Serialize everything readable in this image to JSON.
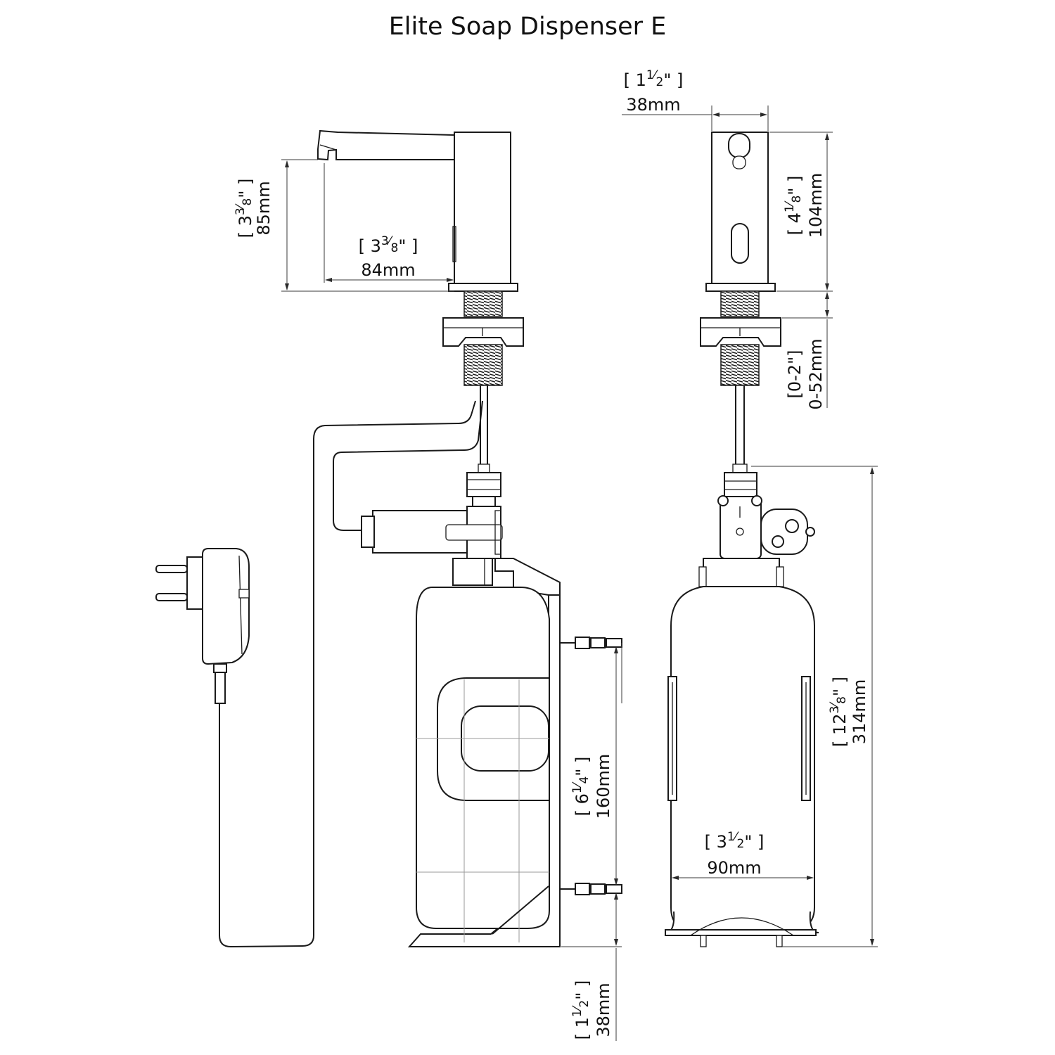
{
  "title": "Elite Soap Dispenser E",
  "dimensions": {
    "spout_height": {
      "inch_whole": "3",
      "inch_num": "3",
      "inch_den": "8",
      "inch_mark": "\"",
      "mm": "85mm"
    },
    "spout_reach": {
      "inch_whole": "3",
      "inch_num": "3",
      "inch_den": "8",
      "inch_mark": "\"",
      "mm": "84mm"
    },
    "body_width": {
      "inch_whole": "1",
      "inch_num": "1",
      "inch_den": "2",
      "inch_mark": "\"",
      "mm": "38mm"
    },
    "body_height": {
      "inch_whole": "4",
      "inch_num": "1",
      "inch_den": "8",
      "inch_mark": "\"",
      "mm": "104mm"
    },
    "deck_thickness": {
      "inch": "[0-2\"]",
      "mm": "0-52mm"
    },
    "bottle_bracket": {
      "inch_whole": "6",
      "inch_num": "1",
      "inch_den": "4",
      "inch_mark": "\"",
      "mm": "160mm"
    },
    "bottle_total": {
      "inch_whole": "12",
      "inch_num": "3",
      "inch_den": "8",
      "inch_mark": "\"",
      "mm": "314mm"
    },
    "bottle_width": {
      "inch_whole": "3",
      "inch_num": "1",
      "inch_den": "2",
      "inch_mark": "\"",
      "mm": "90mm"
    },
    "bracket_bottom": {
      "inch_whole": "1",
      "inch_num": "1",
      "inch_den": "2",
      "inch_mark": "\"",
      "mm": "38mm"
    }
  }
}
